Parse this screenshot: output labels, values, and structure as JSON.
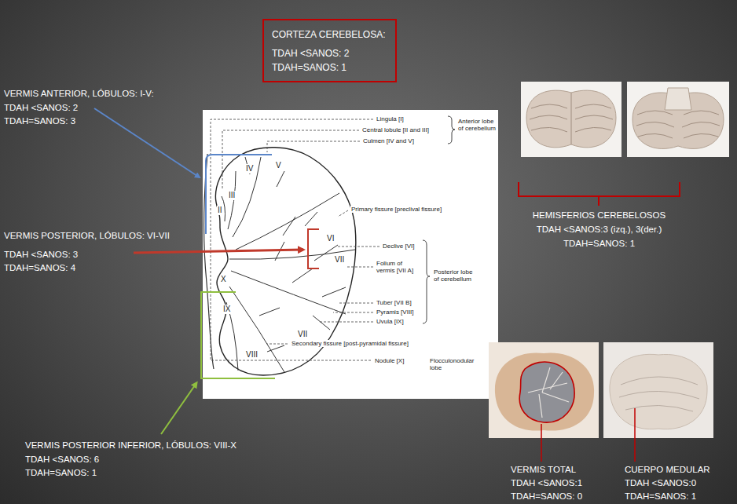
{
  "diagram": {
    "nodes": [
      {
        "text": [
          "CORTEZA CEREBELOSA:",
          "TDAH <SANOS: 2",
          "TDAH=SANOS: 1"
        ]
      }
    ],
    "labels": [
      "VERMIS ANTERIOR, LÓBULOS: I-V:",
      "TDAH <SANOS: 2",
      "TDAH=SANOS: 3",
      "Lingula [I]",
      "Central lobule [II and III]",
      "Culmen [IV and V]",
      "Anterior lobe of cerebellum",
      "IV",
      "V",
      "III",
      "II",
      "HEMISFERIOS CEREBELOSOS",
      "TDAH <SANOS:3 (izq.), 3(der.)",
      "TDAH=SANOS: 1",
      "Primary fissure [preclival fissure]",
      "VERMIS POSTERIOR, LÓBULOS: VI-VII",
      "TDAH <SANOS: 3",
      "TDAH=SANOS: 4",
      "Declive [VI]",
      "VI",
      "VII",
      "Folium of vermis [VII A]",
      "Posterior lobe of cerebellum",
      "X",
      "IX",
      "VIII",
      "VII",
      "Tuber [VII B]",
      "Pyramis [VIII]",
      "Uvula [IX]",
      "Secondary fissure [post-pyramidal fissure]",
      "Nodule [X]",
      "Flocculonodular lobe",
      "VERMIS POSTERIOR INFERIOR, LÓBULOS: VIII-X",
      "TDAH <SANOS: 6",
      "TDAH=SANOS: 1",
      "VERMIS TOTAL",
      "TDAH <SANOS:1",
      "TDAH=SANOS: 0",
      "CUERPO MEDULAR",
      "TDAH <SANOS:0",
      "TDAH=SANOS: 1"
    ]
  }
}
